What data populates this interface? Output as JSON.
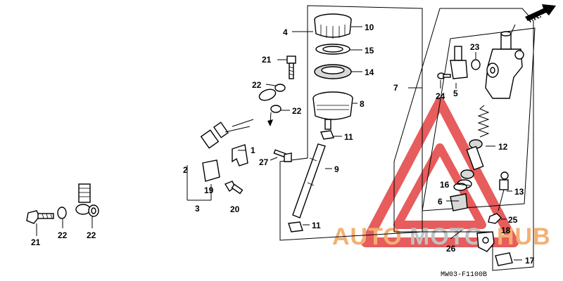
{
  "drawing_code": "MW03-F1100B",
  "direction_label": "FR.",
  "watermark": {
    "text_part1": "AUTO",
    "text_part2": "MOTO",
    "text_part3": "HUB",
    "orange": "#f2a35a",
    "grey": "#b8b8b8",
    "red": "#e34040"
  },
  "callouts": [
    {
      "id": "c1",
      "text": "1"
    },
    {
      "id": "c2",
      "text": "2"
    },
    {
      "id": "c3",
      "text": "3"
    },
    {
      "id": "c4",
      "text": "4"
    },
    {
      "id": "c5",
      "text": "5"
    },
    {
      "id": "c6",
      "text": "6"
    },
    {
      "id": "c7",
      "text": "7"
    },
    {
      "id": "c8",
      "text": "8"
    },
    {
      "id": "c9",
      "text": "9"
    },
    {
      "id": "c10",
      "text": "10"
    },
    {
      "id": "c11a",
      "text": "11"
    },
    {
      "id": "c11b",
      "text": "11"
    },
    {
      "id": "c12",
      "text": "12"
    },
    {
      "id": "c13",
      "text": "13"
    },
    {
      "id": "c14",
      "text": "14"
    },
    {
      "id": "c15",
      "text": "15"
    },
    {
      "id": "c16",
      "text": "16"
    },
    {
      "id": "c17",
      "text": "17"
    },
    {
      "id": "c18",
      "text": "18"
    },
    {
      "id": "c19",
      "text": "19"
    },
    {
      "id": "c20",
      "text": "20"
    },
    {
      "id": "c21a",
      "text": "21"
    },
    {
      "id": "c21b",
      "text": "21"
    },
    {
      "id": "c22a",
      "text": "22"
    },
    {
      "id": "c22b",
      "text": "22"
    },
    {
      "id": "c22c",
      "text": "22"
    },
    {
      "id": "c22d",
      "text": "22"
    },
    {
      "id": "c23",
      "text": "23"
    },
    {
      "id": "c24",
      "text": "24"
    },
    {
      "id": "c25",
      "text": "25"
    },
    {
      "id": "c26",
      "text": "26"
    },
    {
      "id": "c27",
      "text": "27"
    }
  ]
}
